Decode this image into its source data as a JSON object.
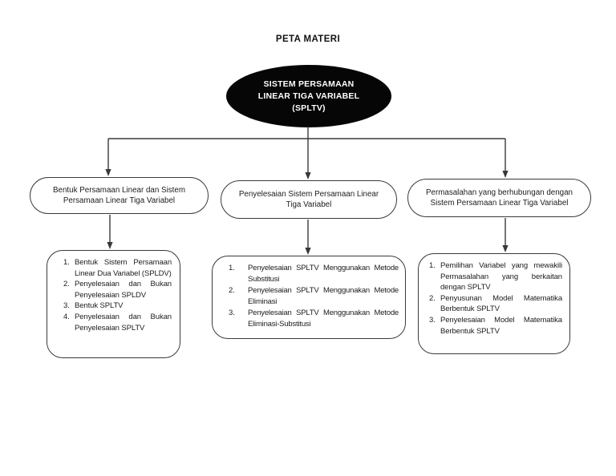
{
  "page": {
    "title": "PETA MATERI",
    "background": "#ffffff"
  },
  "colors": {
    "line": "#383838",
    "border": "#3a3a3a",
    "text": "#1c1c1c",
    "root_fill": "#060606",
    "root_text": "#ffffff"
  },
  "root": {
    "lines": [
      "SISTEM PERSAMAAN",
      "LINEAR TIGA VARIABEL",
      "(SPLTV)"
    ]
  },
  "branches": [
    {
      "label_lines": [
        "Bentuk Persamaan Linear dan Sistem",
        "Persamaan Linear Tiga Variabel"
      ],
      "items": [
        {
          "num": "1.",
          "text": "Bentuk Sistem Persamaan Linear Dua Variabel (SPLDV)"
        },
        {
          "num": "2.",
          "text": "Penyelesaian dan Bukan Penyelesaian SPLDV"
        },
        {
          "num": "3.",
          "text": "Bentuk SPLTV"
        },
        {
          "num": "4.",
          "text": "Penyelesaian dan Bukan Penyelesaian SPLTV"
        }
      ]
    },
    {
      "label_lines": [
        "Penyelesaian Sistem Persamaan Linear",
        "Tiga Variabel"
      ],
      "items": [
        {
          "num": "1.",
          "text": "Penyelesaian SPLTV Menggunakan Metode Substitusi"
        },
        {
          "num": "2.",
          "text": "Penyelesaian SPLTV Menggunakan Metode Eliminasi"
        },
        {
          "num": "3.",
          "text": "Penyelesaian SPLTV Menggunakan Metode Eliminasi-Substitusi"
        }
      ]
    },
    {
      "label_lines": [
        "Permasalahan yang berhubungan dengan",
        "Sistem Persamaan Linear Tiga Variabel"
      ],
      "items": [
        {
          "num": "1.",
          "text": "Pemilihan Variabel yang mewakili Permasalahan yang berkaitan dengan SPLTV"
        },
        {
          "num": "2.",
          "text": "Penyusunan Model Matematika Berbentuk SPLTV"
        },
        {
          "num": "3.",
          "text": "Penyelesaian Model Matematika Berbentuk SPLTV"
        }
      ]
    }
  ]
}
